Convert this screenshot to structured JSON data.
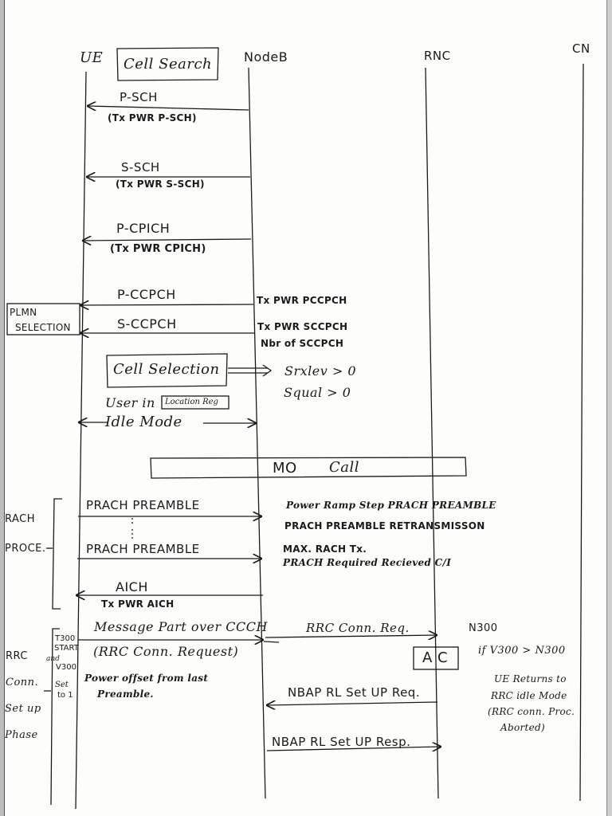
{
  "entities": {
    "ue": "UE",
    "nodeb": "NodeB",
    "rnc": "RNC",
    "cn": "CN"
  },
  "cell_search": {
    "box_label": "Cell Search",
    "messages": [
      {
        "name": "P-SCH",
        "param": "(Tx PWR P-SCH)",
        "from": "NodeB",
        "to": "UE"
      },
      {
        "name": "S-SCH",
        "param": "(Tx PWR S-SCH)",
        "from": "NodeB",
        "to": "UE"
      },
      {
        "name": "P-CPICH",
        "param": "(Tx PWR CPICH)",
        "from": "NodeB",
        "to": "UE"
      },
      {
        "name": "P-CCPCH",
        "param": "Tx PWR PCCPCH",
        "from": "NodeB",
        "to": "UE"
      },
      {
        "name": "S-CCPCH",
        "param": "Tx PWR SCCPCH",
        "param2": "Nbr of SCCPCH",
        "from": "NodeB",
        "to": "UE"
      }
    ],
    "plmn_box": {
      "line1": "PLMN",
      "line2": "SELECTION"
    }
  },
  "cell_selection": {
    "box_label": "Cell Selection",
    "criteria": [
      "Srxlev > 0",
      "Squal > 0"
    ],
    "user_in": "User in",
    "location_reg": "Location Reg",
    "idle_mode": "Idle Mode"
  },
  "mo_call": {
    "label_a": "MO",
    "label_b": "Call"
  },
  "rach": {
    "side_label_1": "RACH",
    "side_label_2": "PROCE.",
    "messages": [
      {
        "name": "PRACH PREAMBLE",
        "from": "UE",
        "to": "NodeB"
      },
      {
        "name": "PRACH PREAMBLE",
        "from": "UE",
        "to": "NodeB"
      },
      {
        "name": "AICH",
        "param": "Tx PWR AICH",
        "from": "NodeB",
        "to": "UE"
      }
    ],
    "notes": [
      "Power Ramp Step PRACH PREAMBLE",
      "PRACH PREAMBLE RETRANSMISSON",
      "MAX. RACH Tx.",
      "PRACH Required Recieved C/I"
    ]
  },
  "rrc": {
    "side_label": [
      "RRC",
      "Conn.",
      "Set up",
      "Phase"
    ],
    "timer_note": [
      "T300",
      "START",
      "and",
      "V300",
      "Set",
      "to 1"
    ],
    "message_part": "Message Part over CCCH",
    "rrc_conn_request": "(RRC Conn. Request)",
    "power_offset": [
      "Power offset from last",
      "Preamble."
    ],
    "rrc_conn_req": "RRC Conn. Req.",
    "ac_box": "A C",
    "n300": "N300",
    "if_condition": "if V300 > N300",
    "abort_note": [
      "UE Returns to",
      "RRC idle Mode",
      "(RRC conn. Proc.",
      "Aborted)"
    ],
    "nbap_req": "NBAP RL Set UP Req.",
    "nbap_resp": "NBAP RL Set UP Resp."
  },
  "colors": {
    "ink": "#1a1a1a",
    "paper": "#fdfdfb"
  }
}
